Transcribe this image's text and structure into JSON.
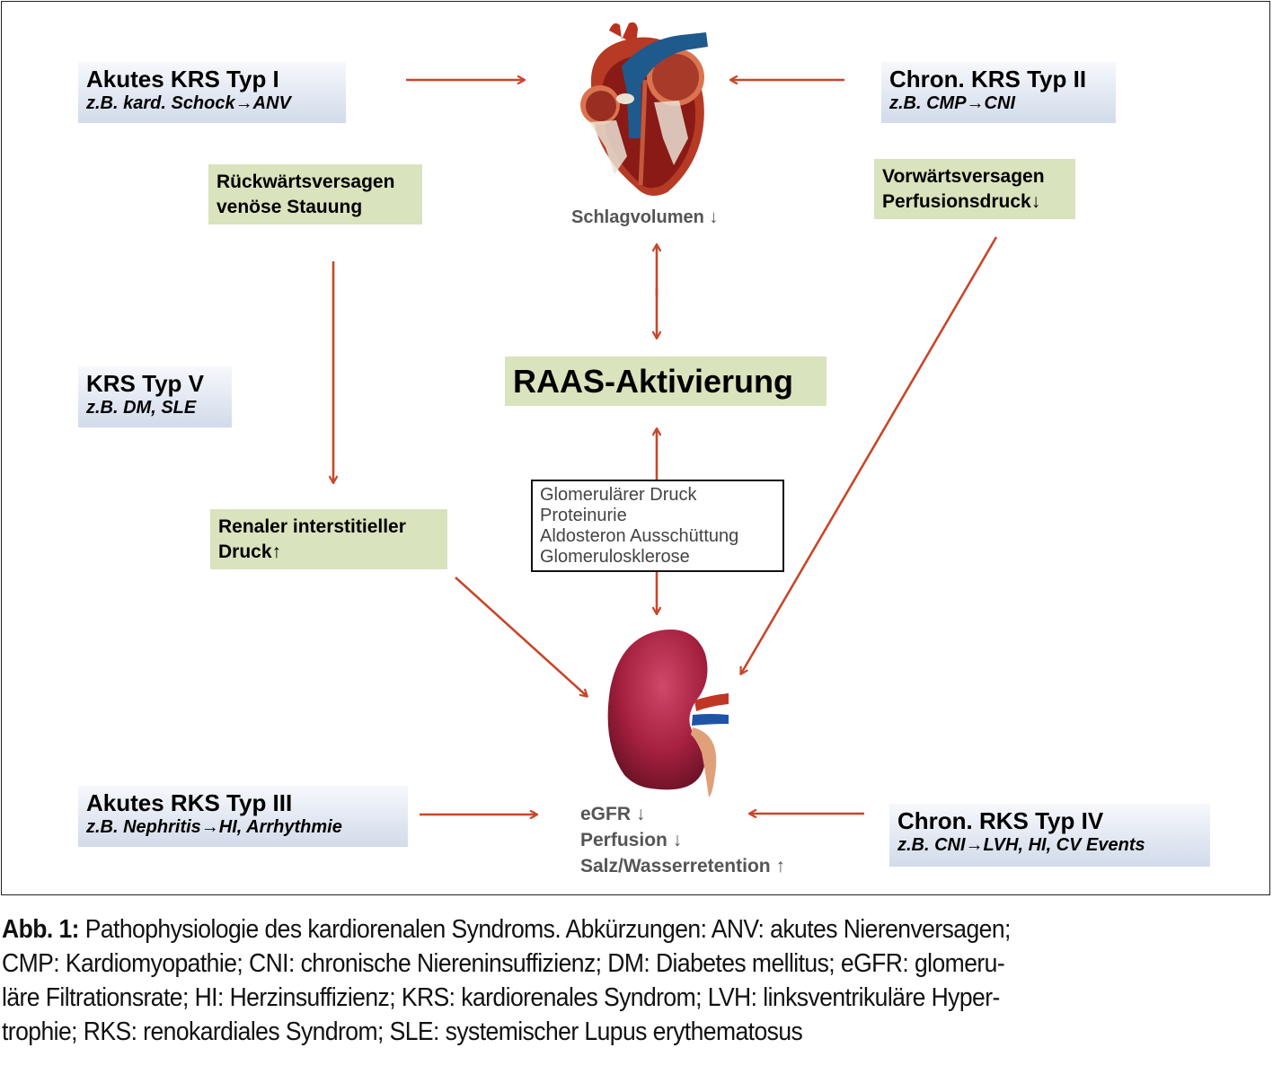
{
  "diagram": {
    "title": "Pathophysiologie des kardiorenalen Syndroms",
    "boxes": {
      "krs_typ_1": {
        "title": "Akutes KRS Typ I",
        "example": "z.B. kard. Schock→ANV"
      },
      "krs_typ_2": {
        "title": "Chron. KRS Typ II",
        "example": "z.B. CMP→CNI"
      },
      "krs_typ_5": {
        "title": "KRS Typ V",
        "example": "z.B. DM, SLE"
      },
      "rks_typ_3": {
        "title": "Akutes RKS Typ III",
        "example": "z.B. Nephritis→HI, Arrhythmie"
      },
      "rks_typ_4": {
        "title": "Chron. RKS Typ IV",
        "example": "z.B. CNI→LVH, HI, CV Events"
      }
    },
    "mechanisms": {
      "backward_failure": [
        "Rückwärtsversagen",
        "venöse Stauung"
      ],
      "forward_failure": [
        "Vorwärtsversagen",
        "Perfusionsdruck↓"
      ],
      "renal_pressure": [
        "Renaler interstitieller",
        "Druck↑"
      ]
    },
    "heart_label": "Schlagvolumen ↓",
    "raas": "RAAS-Aktivierung",
    "glomerular_box": [
      "Glomerulärer Druck",
      "Proteinurie",
      "Aldosteron Ausschüttung",
      "Glomerulosklerose"
    ],
    "kidney_labels": [
      "eGFR ↓",
      "Perfusion ↓",
      "Salz/Wasserretention ↑"
    ],
    "icons": {
      "heart": "heart-illustration",
      "kidney": "kidney-illustration"
    },
    "colors": {
      "arrow": "#c8462a",
      "green_box": "#d9e3bd",
      "blue_box_top": "#f6f8fc",
      "blue_box_bottom": "#d2dbea",
      "gray_text": "#555555"
    }
  },
  "caption": {
    "label": "Abb. 1:",
    "text": " Pathophysiologie des kardiorenalen Syndroms. Abkürzungen: ANV: akutes Nierenversagen; CMP: Kardiomyopathie; CNI: chronische Niereninsuffizienz; DM: Diabetes mellitus; eGFR: glomeru-läre Filtrationsrate; HI: Herzinsuffizienz; KRS: kardiorenales Syndrom; LVH: linksventrikuläre Hyper-trophie; RKS: renokardiales Syndrom; SLE: systemischer Lupus erythematosus",
    "lines": [
      " Pathophysiologie des kardiorenalen Syndroms. Abkürzungen: ANV: akutes Nierenversagen;",
      "CMP: Kardiomyopathie; CNI: chronische Niereninsuffizienz; DM: Diabetes mellitus; eGFR: glomeru-",
      "läre Filtrationsrate; HI: Herzinsuffizienz; KRS: kardiorenales Syndrom; LVH: linksventrikuläre Hyper-",
      "trophie; RKS: renokardiales Syndrom; SLE: systemischer Lupus erythematosus"
    ]
  }
}
